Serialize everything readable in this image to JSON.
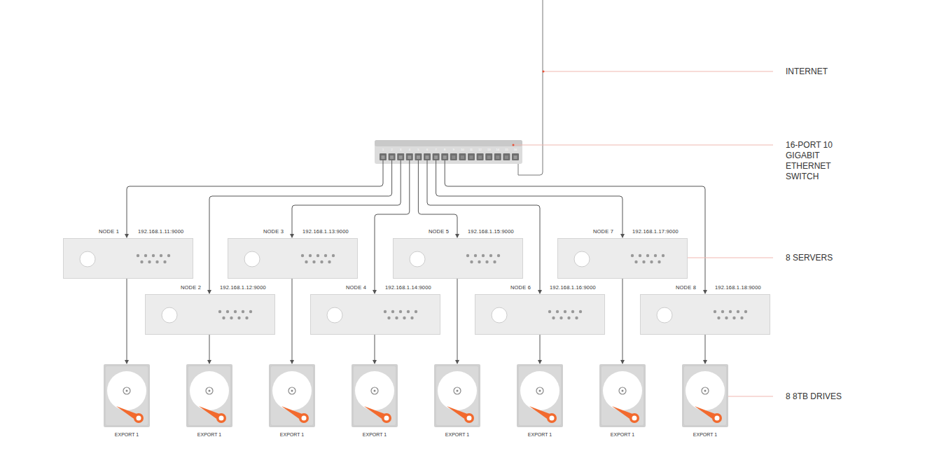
{
  "diagram": {
    "nodes": [
      {
        "text": [
          "NODE 1",
          "192.168.1.11:9000"
        ]
      },
      {
        "text": [
          "NODE 2",
          "192.168.1.12:9000"
        ]
      },
      {
        "text": [
          "NODE 3",
          "192.168.1.13:9000"
        ]
      },
      {
        "text": [
          "NODE 4",
          "192.168.1.14:9000"
        ]
      },
      {
        "text": [
          "NODE 5",
          "192.168.1.15:9000"
        ]
      },
      {
        "text": [
          "NODE 6",
          "192.168.1.16:9000"
        ]
      },
      {
        "text": [
          "NODE 7",
          "192.168.1.17:9000"
        ]
      },
      {
        "text": [
          "NODE 8",
          "192.168.1.18:9000"
        ]
      },
      {
        "text": [
          "EXPORT 1"
        ]
      },
      {
        "text": [
          "EXPORT 1"
        ]
      },
      {
        "text": [
          "EXPORT 1"
        ]
      },
      {
        "text": [
          "EXPORT 1"
        ]
      },
      {
        "text": [
          "EXPORT 1"
        ]
      },
      {
        "text": [
          "EXPORT 1"
        ]
      },
      {
        "text": [
          "EXPORT 1"
        ]
      },
      {
        "text": [
          "EXPORT 1"
        ]
      }
    ],
    "edges": [
      {
        "from": 0,
        "to": 8,
        "arrow": "to"
      },
      {
        "from": 1,
        "to": 9,
        "arrow": "to"
      },
      {
        "from": 2,
        "to": 10,
        "arrow": "to"
      },
      {
        "from": 3,
        "to": 11,
        "arrow": "to"
      },
      {
        "from": 4,
        "to": 12,
        "arrow": "to"
      },
      {
        "from": 5,
        "to": 13,
        "arrow": "to"
      },
      {
        "from": 6,
        "to": 14,
        "arrow": "to"
      },
      {
        "from": 7,
        "to": 15,
        "arrow": "to"
      }
    ],
    "labels": [
      "INTERNET",
      "16-PORT 10 GIGABIT ETHERNET SWITCH",
      "8 SERVERS",
      "8 8TB DRIVES",
      "1",
      "2",
      "3",
      "4",
      "5",
      "6",
      "7",
      "8",
      "9",
      "10",
      "11",
      "12",
      "13",
      "14",
      "15",
      "16"
    ]
  }
}
